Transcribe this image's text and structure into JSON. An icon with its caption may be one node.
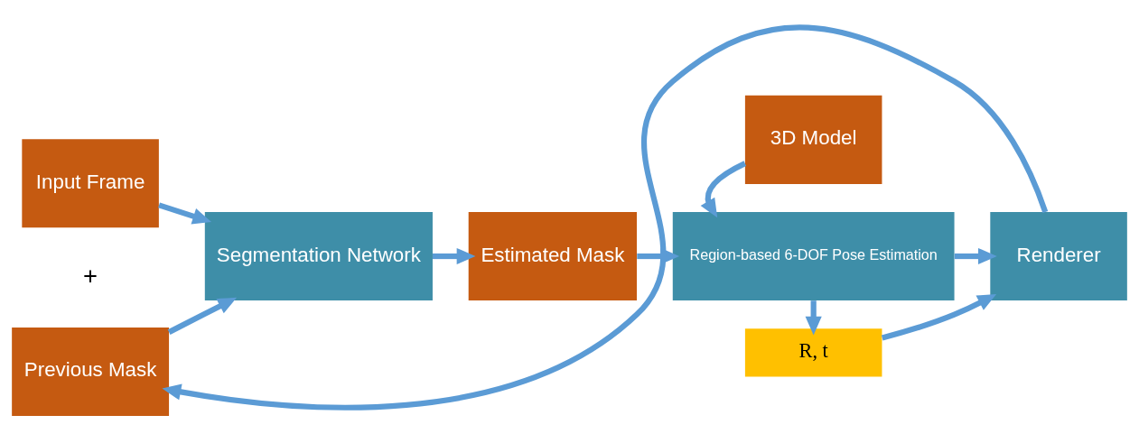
{
  "diagram": {
    "nodes": [
      {
        "text": [
          "Input Frame"
        ]
      },
      {
        "text": [
          "Previous Mask"
        ]
      },
      {
        "text": [
          "Segmentation Network"
        ]
      },
      {
        "text": [
          "Estimated Mask"
        ]
      },
      {
        "text": [
          "3D Model"
        ]
      },
      {
        "text": [
          "Region-based 6-DOF Pose Estimation"
        ]
      },
      {
        "text": [
          "Renderer"
        ]
      },
      {
        "text": [
          "R, t"
        ]
      }
    ],
    "edges": [
      {
        "from": 0,
        "to": 2,
        "arrow": "to"
      },
      {
        "from": 1,
        "to": 2,
        "arrow": "to"
      },
      {
        "from": 2,
        "to": 3,
        "arrow": "to"
      },
      {
        "from": 3,
        "to": 5,
        "arrow": "to"
      },
      {
        "from": 4,
        "to": 5,
        "arrow": "to"
      },
      {
        "from": 5,
        "to": 6,
        "arrow": "to"
      },
      {
        "from": 5,
        "to": 7,
        "arrow": "to"
      },
      {
        "from": 7,
        "to": 6,
        "arrow": "to"
      },
      {
        "from": 6,
        "to": 1,
        "arrow": "to"
      }
    ],
    "labels": [
      "+"
    ]
  }
}
